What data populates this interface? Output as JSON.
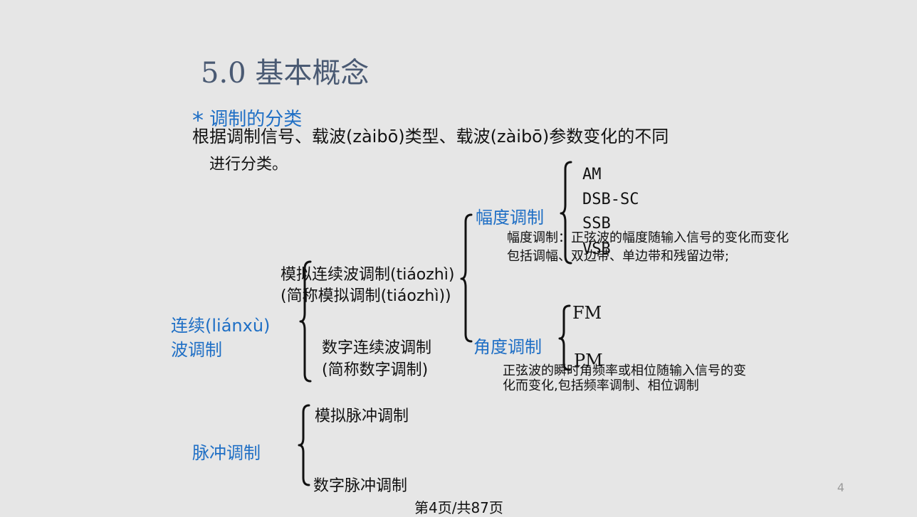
{
  "slide": {
    "title": "5.0  基本概念",
    "bullet_symbol": "*",
    "bullet_heading": "调制的分类",
    "intro_line1": "根据调制信号、载波(zàibō)类型、载波(zàibō)参数变化的不同",
    "intro_line2": "进行分类。",
    "continuous_wave": {
      "label_line1": "连续(liánxù)",
      "label_line2": "波调制",
      "analog": {
        "line1": "模拟连续波调制(tiáozhì)",
        "line2": "(简称模拟调制(tiáozhì))"
      },
      "digital": {
        "line1": "数字连续波调制",
        "line2": "(简称数字调制)"
      }
    },
    "amplitude": {
      "label": "幅度调制",
      "types": [
        "AM",
        "DSB-SC",
        "SSB",
        "VSB"
      ],
      "note_line1": "幅度调制：正弦波的幅度随输入信号的变化而变化",
      "note_line2": "包括调幅、双边带、单边带和残留边带;"
    },
    "angle": {
      "label": "角度调制",
      "types": [
        "FM",
        "PM"
      ],
      "note_line1": "正弦波的瞬时角频率或相位随输入信号的变",
      "note_line2": "化而变化,包括频率调制、相位调制"
    },
    "pulse": {
      "label": "脉冲调制",
      "analog": "模拟脉冲调制",
      "digital": "数字脉冲调制"
    },
    "page_number": "4",
    "footer": "第4页/共87页"
  }
}
